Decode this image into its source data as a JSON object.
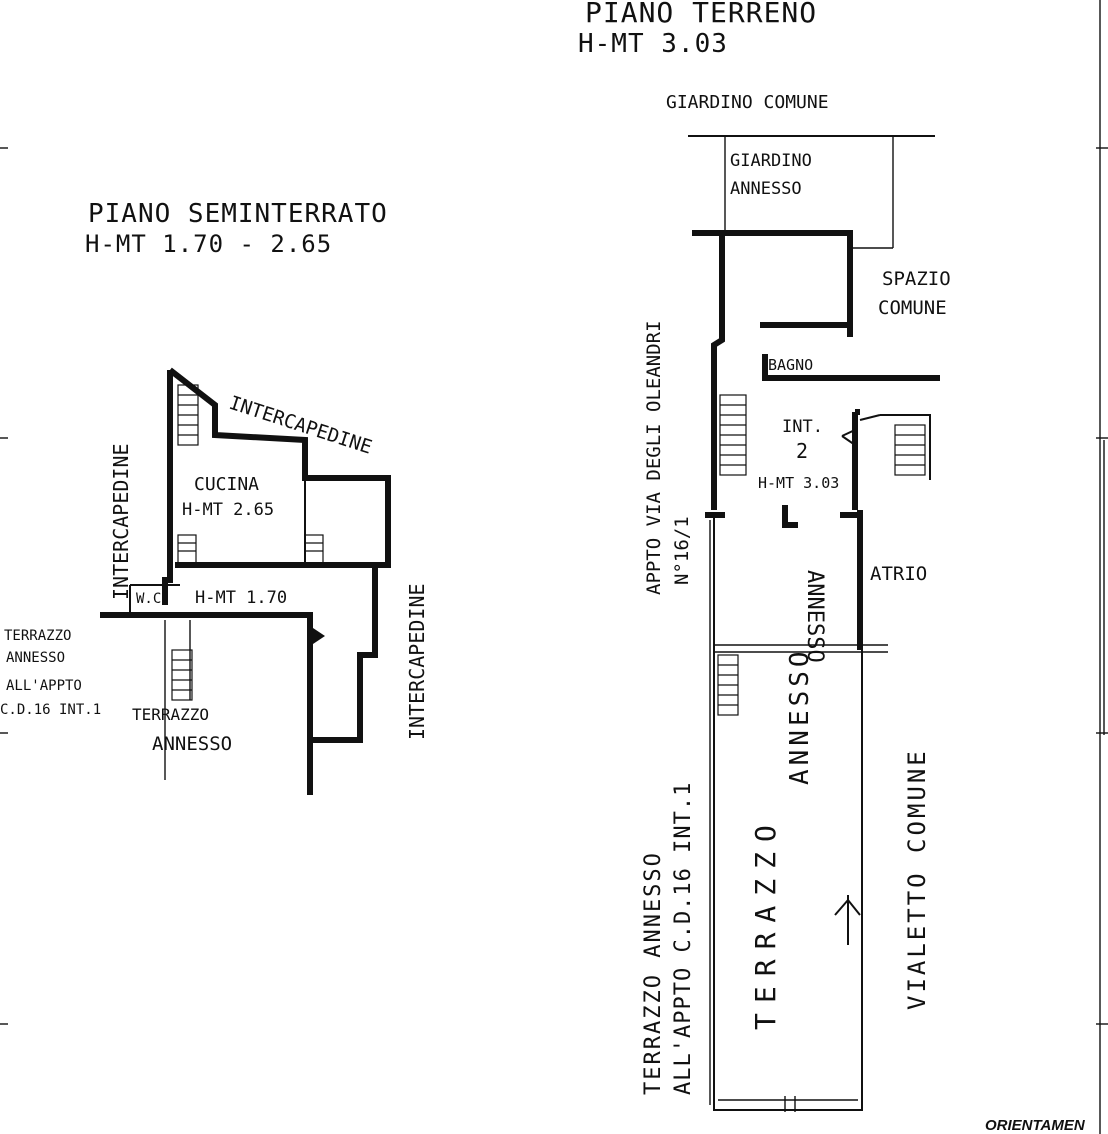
{
  "ground_floor": {
    "title": "PIANO TERRENO",
    "height": "H-MT 3.03",
    "labels": {
      "common_garden": "GIARDINO COMUNE",
      "garden_line1": "GIARDINO",
      "garden_line2": "ANNESSO",
      "common_space_line1": "SPAZIO",
      "common_space_line2": "COMUNE",
      "bathroom": "BAGNO",
      "unit_line1": "INT.",
      "unit_line2": "2",
      "room_height": "H-MT 3.03",
      "atrium": "ATRIO",
      "neighbor_apt_line1": "APPTO VIA DEGLI OLEANDRI",
      "neighbor_apt_line2": "N°16/1",
      "annex_line1": "ANNESSO",
      "terrace_vertical": "TERRAZZO",
      "annex_vertical": "ANNESSO",
      "side_terrace_line1": "TERRAZZO ANNESSO",
      "side_terrace_line2": "ALL'APPTO C.D.16 INT.1",
      "common_path": "VIALETTO COMUNE"
    }
  },
  "semi_basement": {
    "title": "PIANO SEMINTERRATO",
    "height": "H-MT 1.70 - 2.65",
    "labels": {
      "cavity_top": "INTERCAPEDINE",
      "cavity_left": "INTERCAPEDINE",
      "cavity_right": "INTERCAPEDINE",
      "kitchen": "CUCINA",
      "kitchen_height": "H-MT 2.65",
      "wc": "W.C.",
      "wc_height": "H-MT 1.70",
      "terrace_annex_line1": "TERRAZZO",
      "terrace_annex_line2": "ANNESSO",
      "terrace_annex_line3": "ALL'APPTO",
      "terrace_annex_line4": "C.D.16 INT.1",
      "terrace_line1": "TERRAZZO",
      "terrace_line2": "ANNESSO"
    }
  },
  "footer": {
    "orientation": "ORIENTAMEN"
  }
}
